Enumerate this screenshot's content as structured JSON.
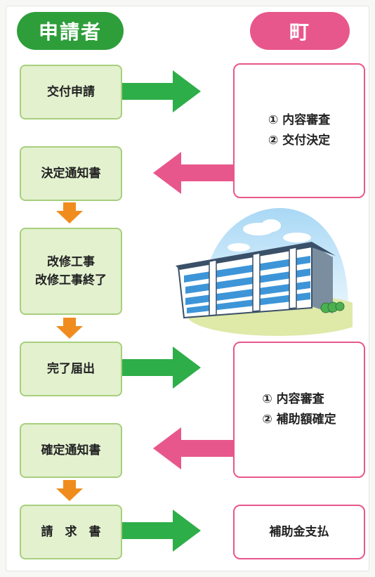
{
  "headers": {
    "applicant": "申請者",
    "town": "町"
  },
  "applicant_steps": [
    "交付申請",
    "決定通知書",
    "改修工事\n改修工事終了",
    "完了届出",
    "確定通知書",
    "請　求　書"
  ],
  "town_steps": [
    "① 内容審査\n② 交付決定",
    "① 内容審査\n② 補助額確定",
    "補助金支払"
  ],
  "colors": {
    "applicant_header": "#2e9e3a",
    "town_header": "#e8578c",
    "applicant_box_fill": "#e3f1cf",
    "applicant_box_border": "#a7cf7d",
    "town_box_border": "#e8578c",
    "arrow_to_town": "#2eae48",
    "arrow_to_applicant": "#e8578c",
    "down_arrow": "#f08c1e"
  }
}
